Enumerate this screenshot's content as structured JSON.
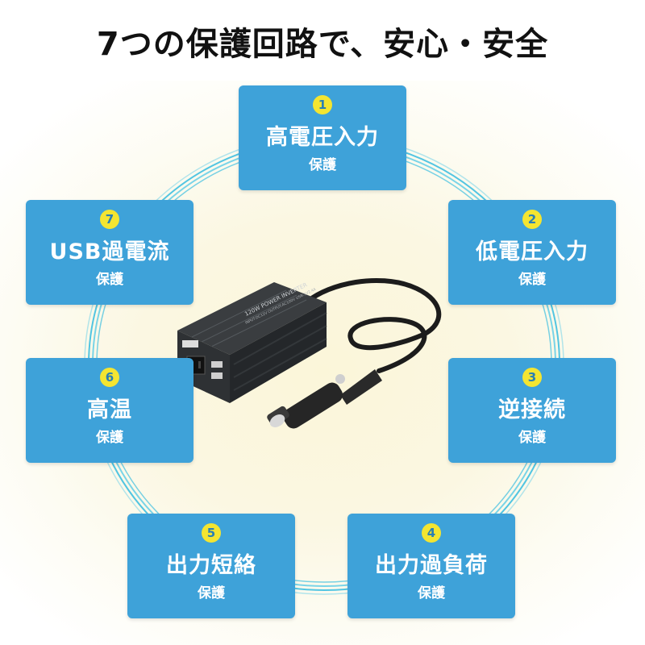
{
  "title": "7つの保護回路で、安心・安全",
  "cards": [
    {
      "num": "1",
      "label": "高電圧入力",
      "sub": "保護"
    },
    {
      "num": "2",
      "label": "低電圧入力",
      "sub": "保護"
    },
    {
      "num": "3",
      "label": "逆接続",
      "sub": "保護"
    },
    {
      "num": "4",
      "label": "出力過負荷",
      "sub": "保護"
    },
    {
      "num": "5",
      "label": "出力短絡",
      "sub": "保護"
    },
    {
      "num": "6",
      "label": "高温",
      "sub": "保護"
    },
    {
      "num": "7",
      "label": "USB過電流",
      "sub": "保護"
    }
  ],
  "product": {
    "top_text": "120W POWER INVERTER",
    "spec_text": "INPUT:DC12V OUTPUT:AC100V USB:5V2.4A"
  },
  "colors": {
    "card": "#3ea2d9",
    "badge": "#f4e531",
    "ring": "#3fbfe0",
    "background": "#fbf6d9"
  }
}
